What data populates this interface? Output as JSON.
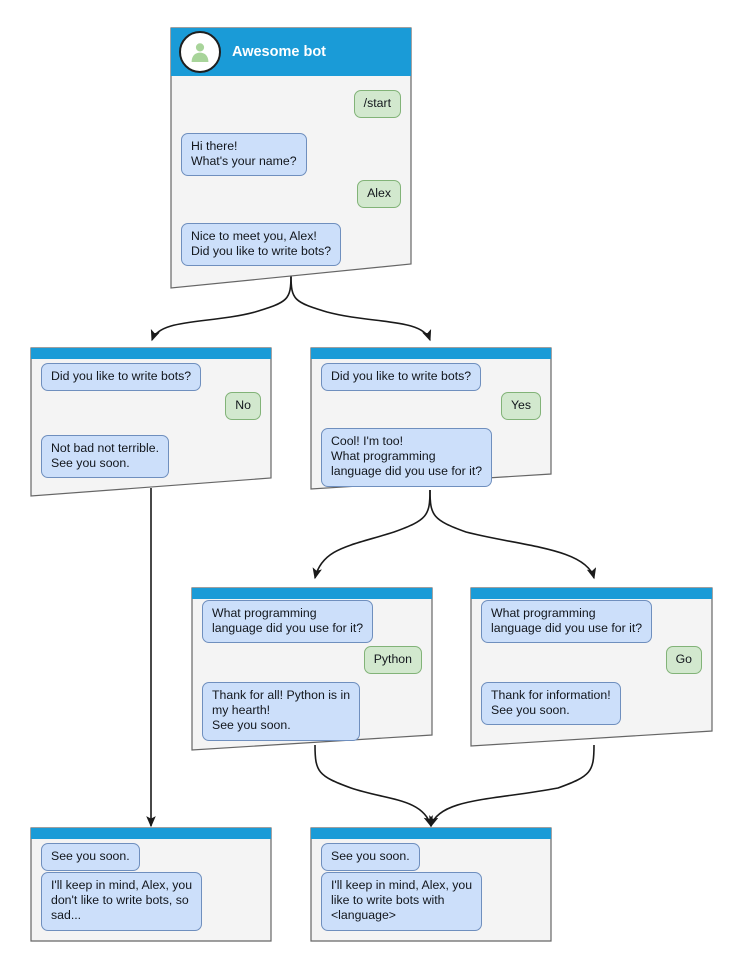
{
  "diagram": {
    "title": "Awesome bot chat flow",
    "colors": {
      "header": "#1a9bd7",
      "node_fill": "#f4f4f4",
      "node_stroke": "#666666",
      "bot_bubble_fill": "#ccdffa",
      "bot_bubble_stroke": "#6f8fbe",
      "user_bubble_fill": "#d2e8ce",
      "user_bubble_stroke": "#82b378",
      "edge": "#1a1a1a",
      "avatar_person": "#a8d49a"
    }
  },
  "nodes": {
    "start": {
      "id": "start",
      "header_type": "titled",
      "avatar_icon": "user-avatar-icon",
      "title": "Awesome bot",
      "messages": [
        {
          "side": "user",
          "text": "/start"
        },
        {
          "side": "bot",
          "text": "Hi there!\nWhat's your name?"
        },
        {
          "side": "user",
          "text": "Alex"
        },
        {
          "side": "bot",
          "text": "Nice to meet you, Alex!\nDid you like to write bots?"
        }
      ]
    },
    "no_branch": {
      "id": "no-branch",
      "header_type": "bar",
      "messages": [
        {
          "side": "bot",
          "text": "Did you like to write bots?"
        },
        {
          "side": "user",
          "text": "No"
        },
        {
          "side": "bot",
          "text": "Not bad not terrible.\nSee you soon."
        }
      ]
    },
    "yes_branch": {
      "id": "yes-branch",
      "header_type": "bar",
      "messages": [
        {
          "side": "bot",
          "text": "Did you like to write bots?"
        },
        {
          "side": "user",
          "text": "Yes"
        },
        {
          "side": "bot",
          "text": "Cool! I'm too!\nWhat programming\nlanguage did you use for it?"
        }
      ]
    },
    "python_branch": {
      "id": "python-branch",
      "header_type": "bar",
      "messages": [
        {
          "side": "bot",
          "text": "What programming\nlanguage did you use for it?"
        },
        {
          "side": "user",
          "text": "Python"
        },
        {
          "side": "bot",
          "text": "Thank for all! Python is in\nmy hearth!\nSee you soon."
        }
      ]
    },
    "go_branch": {
      "id": "go-branch",
      "header_type": "bar",
      "messages": [
        {
          "side": "bot",
          "text": "What programming\nlanguage did you use for it?"
        },
        {
          "side": "user",
          "text": "Go"
        },
        {
          "side": "bot",
          "text": "Thank for information!\nSee you soon."
        }
      ]
    },
    "end_sad": {
      "id": "end-sad",
      "header_type": "bar",
      "messages": [
        {
          "side": "bot",
          "text": "See you soon."
        },
        {
          "side": "bot",
          "text": "I'll keep in mind, Alex, you\ndon't like to write bots, so\nsad..."
        }
      ]
    },
    "end_happy": {
      "id": "end-happy",
      "header_type": "bar",
      "messages": [
        {
          "side": "bot",
          "text": "See you soon."
        },
        {
          "side": "bot",
          "text": "I'll keep in mind, Alex, you\nlike to write bots with\n<language>"
        }
      ]
    }
  }
}
